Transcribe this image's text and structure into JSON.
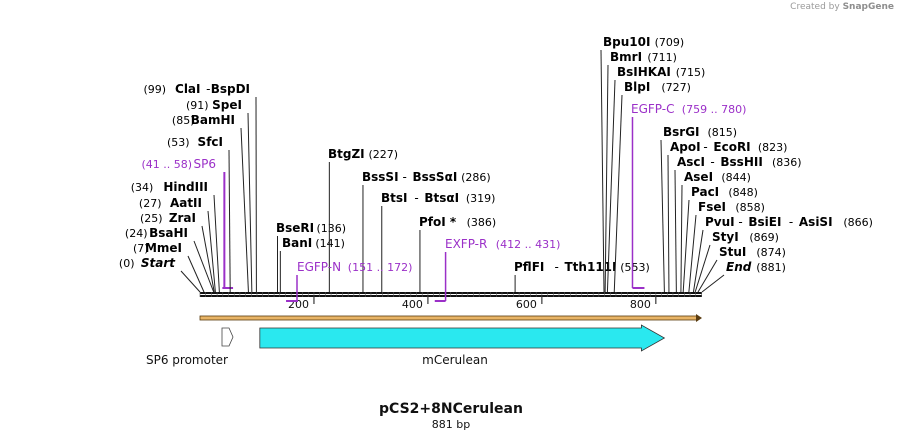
{
  "watermark": {
    "prefix": "Created by",
    "brand": "SnapGene"
  },
  "plasmid": {
    "name": "pCS2+8NCerulean",
    "length_text": "881 bp",
    "length_bp": 881
  },
  "ruler": {
    "ticks": [
      200,
      400,
      600,
      800
    ]
  },
  "colors": {
    "enzyme": "#000000",
    "primer": "#9b30c8",
    "mcerulean": "#2ae8ef",
    "sp6": "#ffffff",
    "backbone": "#111111",
    "strand": "#e8b466"
  },
  "sites_left": [
    {
      "id": "start",
      "pos": 0,
      "pos_label": "(0)",
      "name": "Start",
      "italic": true
    },
    {
      "id": "mmei",
      "pos": 7,
      "pos_label": "(7)",
      "name": "MmeI"
    },
    {
      "id": "bsahi",
      "pos": 24,
      "pos_label": "(24)",
      "name": "BsaHI"
    },
    {
      "id": "zrai",
      "pos": 25,
      "pos_label": "(25)",
      "name": "ZraI"
    },
    {
      "id": "aatii",
      "pos": 27,
      "pos_label": "(27)",
      "name": "AatII"
    },
    {
      "id": "hindiii",
      "pos": 34,
      "pos_label": "(34)",
      "name": "HindIII"
    },
    {
      "id": "sp6",
      "pos": 41,
      "pos_label": "(41 .. 58)",
      "name": "SP6",
      "primer": true
    },
    {
      "id": "sfci",
      "pos": 53,
      "pos_label": "(53)",
      "name": "SfcI"
    },
    {
      "id": "bamhi",
      "pos": 85,
      "pos_label": "(85)",
      "name": "BamHI"
    },
    {
      "id": "spei",
      "pos": 91,
      "pos_label": "(91)",
      "name": "SpeI"
    },
    {
      "id": "clai",
      "pos": 99,
      "pos_label": "(99)",
      "name": "ClaI",
      "name2": "BspDI"
    }
  ],
  "sites_mid": [
    {
      "id": "bseri",
      "pos": 136,
      "name": "BseRI",
      "pos_label": "(136)"
    },
    {
      "id": "bani",
      "pos": 141,
      "name": "BanI",
      "pos_label": "(141)"
    },
    {
      "id": "btgzi",
      "pos": 227,
      "name": "BtgZI",
      "pos_label": "(227)"
    },
    {
      "id": "bsssi",
      "pos": 286,
      "name": "BssSI",
      "name2": "BssSαI",
      "pos_label": "(286)"
    },
    {
      "id": "btsi",
      "pos": 319,
      "name": "BtsI",
      "name2": "BtsαI",
      "pos_label": "(319)"
    },
    {
      "id": "pfoi",
      "pos": 386,
      "name": "PfoI *",
      "pos_label": "(386)"
    },
    {
      "id": "pflfi",
      "pos": 553,
      "name": "PflFI",
      "name2": "Tth111I",
      "pos_label": "(553)"
    }
  ],
  "primers_mid": [
    {
      "id": "egfp-n",
      "name": "EGFP-N",
      "pos_label": "(151 .. 172)",
      "start": 151,
      "end": 172
    },
    {
      "id": "exfp-r",
      "name": "EXFP-R",
      "pos_label": "(412 .. 431)",
      "start": 412,
      "end": 431
    },
    {
      "id": "egfp-c",
      "name": "EGFP-C",
      "pos_label": "(759 .. 780)",
      "start": 759,
      "end": 780
    }
  ],
  "sites_right": [
    {
      "id": "bpu10i",
      "pos": 709,
      "name": "Bpu10I",
      "pos_label": "(709)"
    },
    {
      "id": "bmri",
      "pos": 711,
      "name": "BmrI",
      "pos_label": "(711)"
    },
    {
      "id": "bslhkai",
      "pos": 715,
      "name": "BsIHKAI",
      "pos_label": "(715)"
    },
    {
      "id": "blpi",
      "pos": 727,
      "name": "BlpI",
      "pos_label": "(727)"
    },
    {
      "id": "bsrgi",
      "pos": 815,
      "name": "BsrGI",
      "pos_label": "(815)"
    },
    {
      "id": "apoi",
      "pos": 823,
      "name": "ApoI",
      "name2": "EcoRI",
      "pos_label": "(823)"
    },
    {
      "id": "asci",
      "pos": 836,
      "name": "AscI",
      "name2": "BssHII",
      "pos_label": "(836)"
    },
    {
      "id": "asei",
      "pos": 844,
      "name": "AseI",
      "pos_label": "(844)"
    },
    {
      "id": "paci",
      "pos": 848,
      "name": "PacI",
      "pos_label": "(848)"
    },
    {
      "id": "fsei",
      "pos": 858,
      "name": "FseI",
      "pos_label": "(858)"
    },
    {
      "id": "pvui",
      "pos": 866,
      "name": "PvuI",
      "name2": "BsiEI",
      "name3": "AsiSI",
      "pos_label": "(866)"
    },
    {
      "id": "styi",
      "pos": 869,
      "name": "StyI",
      "pos_label": "(869)"
    },
    {
      "id": "stui",
      "pos": 874,
      "name": "StuI",
      "pos_label": "(874)"
    },
    {
      "id": "end",
      "pos": 881,
      "name": "End",
      "pos_label": "(881)",
      "italic": true
    }
  ],
  "features": [
    {
      "id": "sp6-promoter",
      "name": "SP6 promoter",
      "start": 41,
      "end": 58
    },
    {
      "id": "mcerulean",
      "name": "mCerulean",
      "start": 105,
      "end": 815
    }
  ]
}
